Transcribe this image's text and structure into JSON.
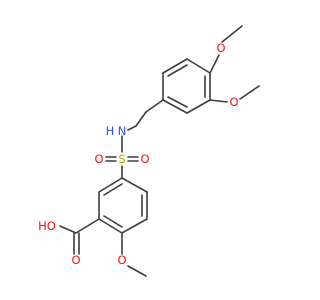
{
  "colors": {
    "bond": "#3d3d3d",
    "O": "#ff0d0d",
    "N": "#3050f8",
    "S": "#c8a200"
  },
  "atoms": {
    "o_meo_top": "O",
    "o_meo_right": "O",
    "n_amine": "N",
    "h_amine": "H",
    "s_sulfonyl": "S",
    "o_so_left": "O",
    "o_so_right": "O",
    "o_hydroxyl": "HO",
    "o_carbonyl": "O",
    "o_meo_bottom": "O"
  }
}
